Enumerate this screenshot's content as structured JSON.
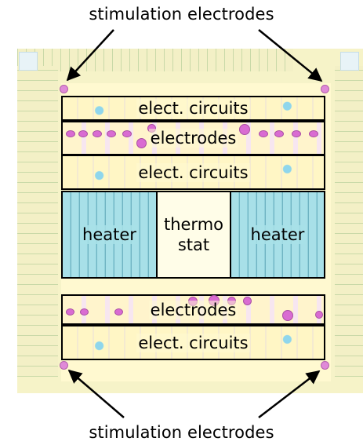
{
  "captions": {
    "top": "stimulation electrodes",
    "bottom": "stimulation electrodes"
  },
  "blocks": {
    "elect_circuits_1": "elect. circuits",
    "electrodes_1": "electrodes",
    "elect_circuits_2": "elect. circuits",
    "heater_left": "heater",
    "thermostat_line1": "thermo",
    "thermostat_line2": "stat",
    "heater_right": "heater",
    "electrodes_2": "electrodes",
    "elect_circuits_3": "elect. circuits"
  },
  "colors": {
    "die_background": "#f6f3c8",
    "heater_fill": "#a8e0e8",
    "electrode_pad": "#d96bd2",
    "block_border": "#000000"
  }
}
